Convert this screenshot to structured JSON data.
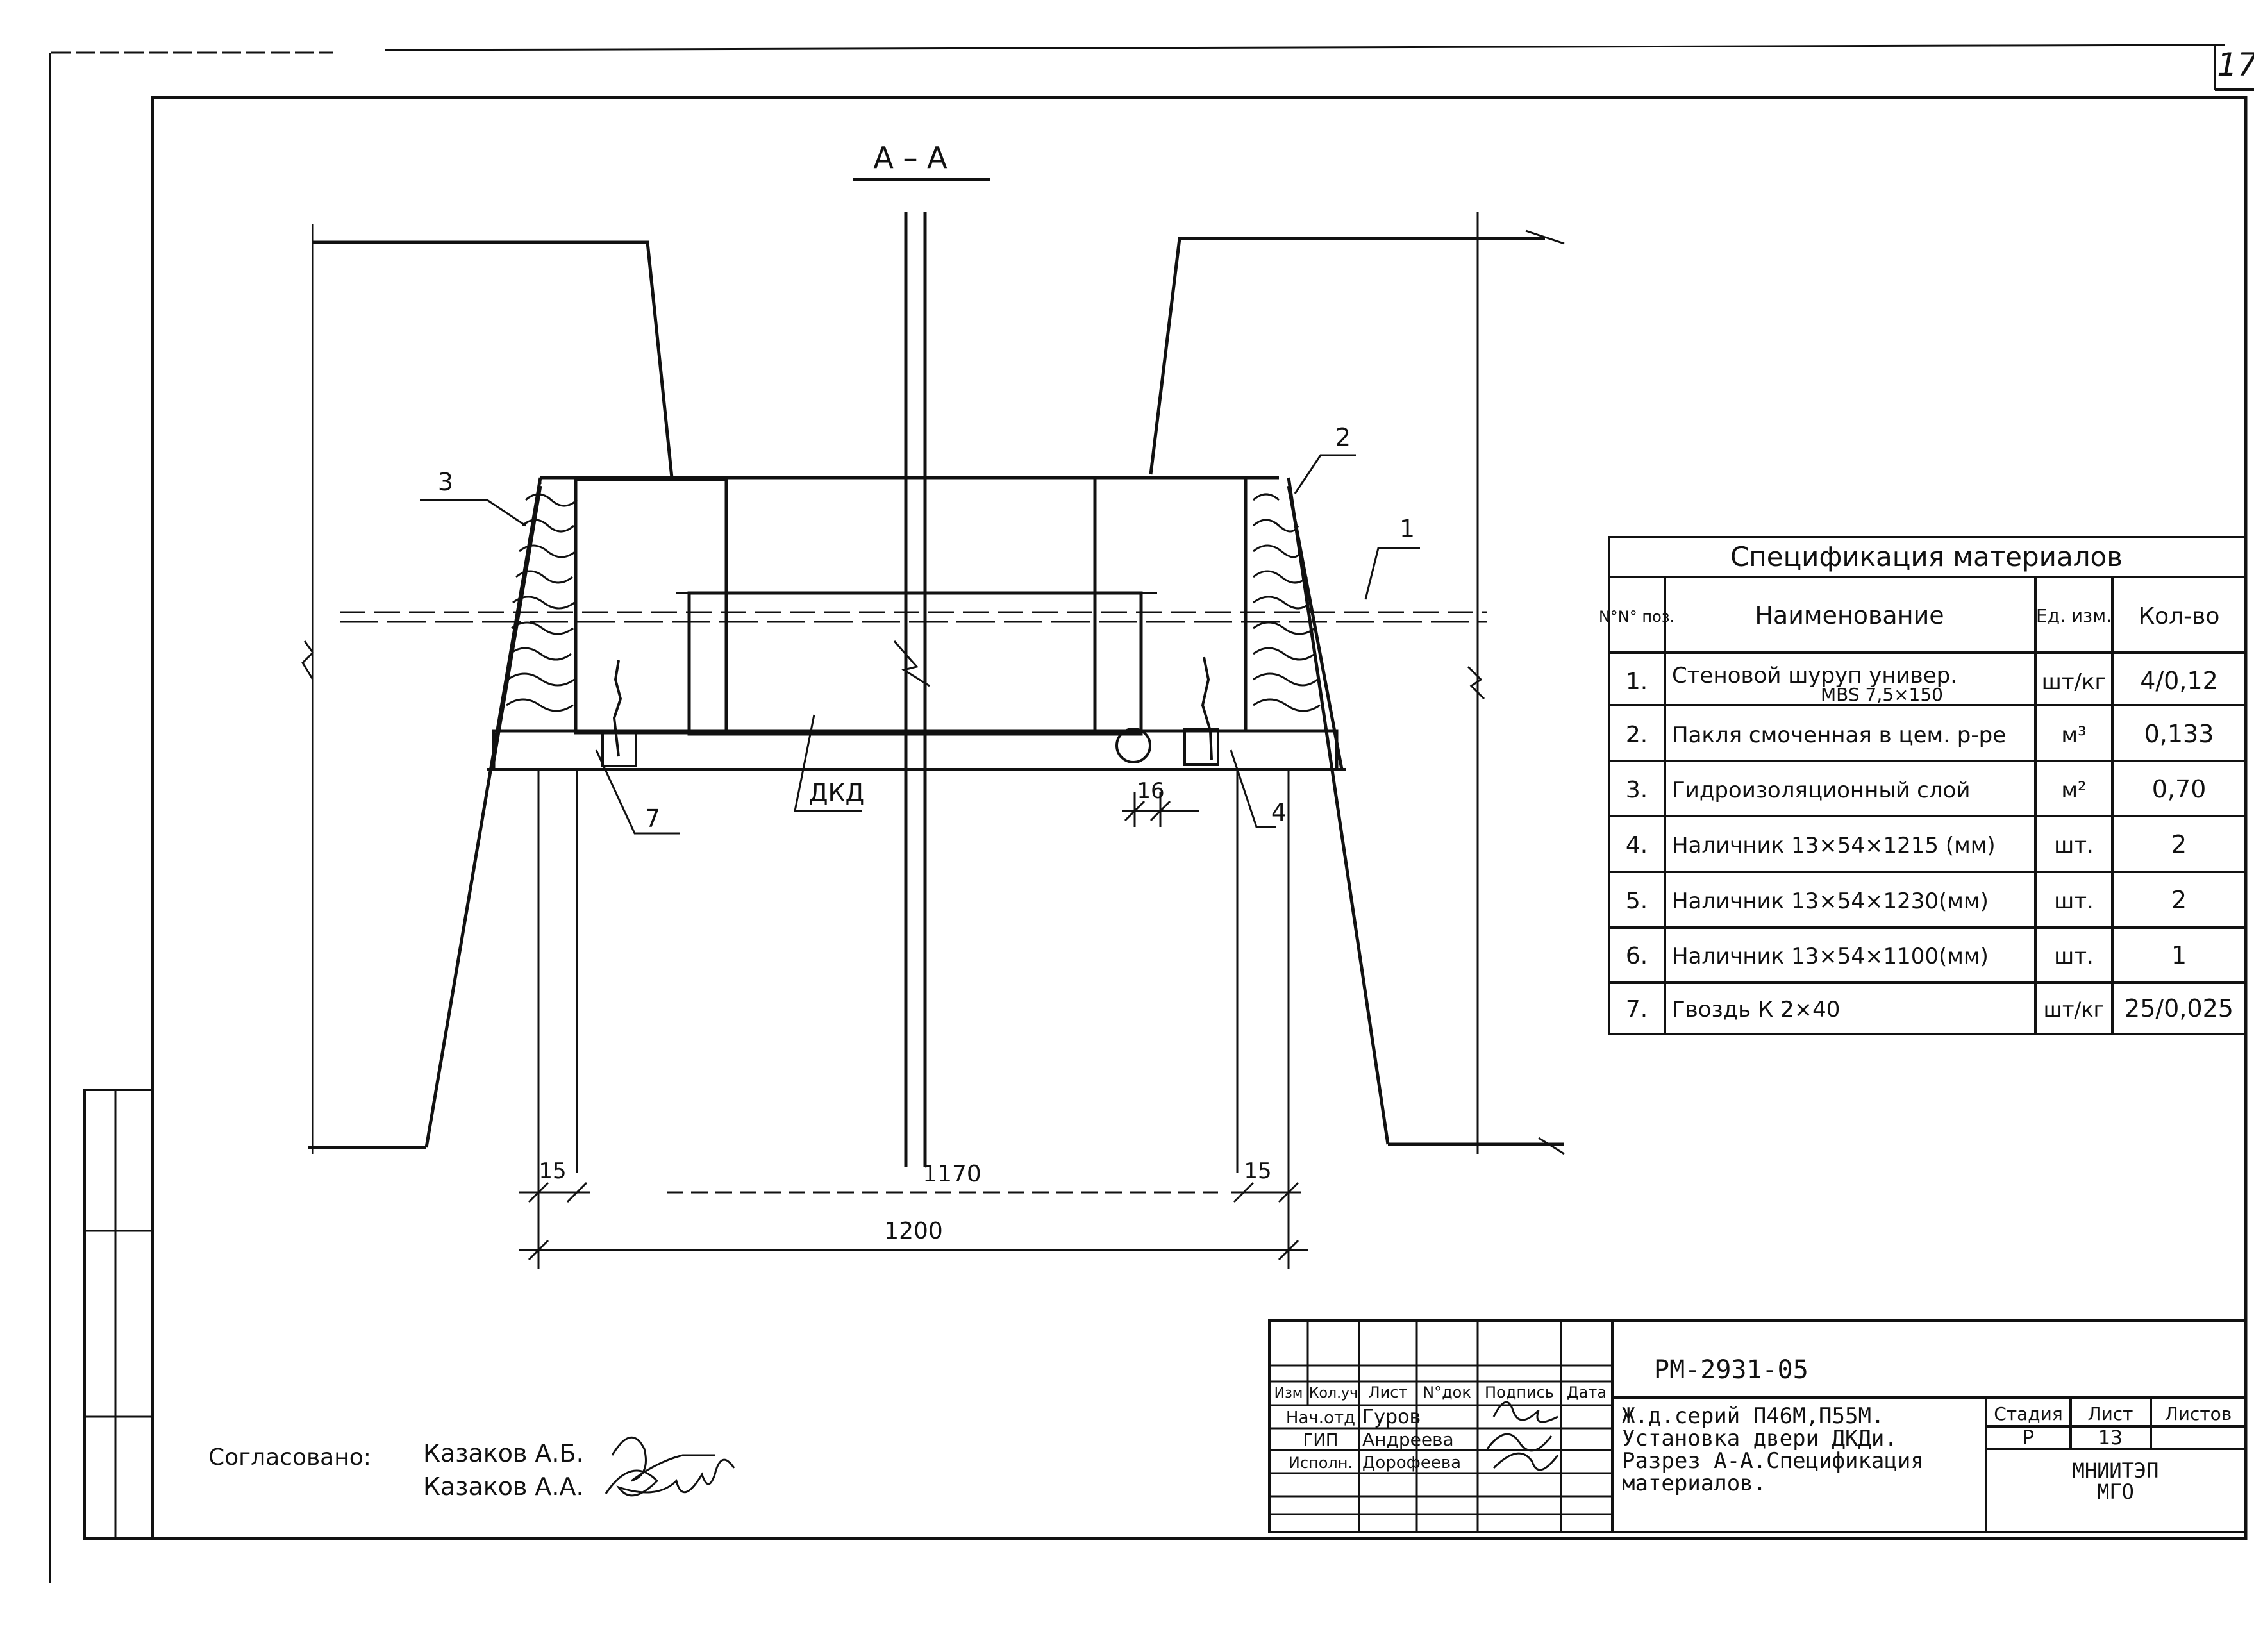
{
  "sheet": {
    "page_number": "17",
    "section_title": "А – А"
  },
  "drawing": {
    "callouts": [
      "1",
      "2",
      "3",
      "4",
      "7"
    ],
    "door_label": "ДКД",
    "dims": {
      "d16": "16",
      "d15_left": "15",
      "d15_right": "15",
      "d1170": "1170",
      "d1200": "1200"
    }
  },
  "spec": {
    "title": "Спецификация материалов",
    "headers": {
      "num": "N°N° поз.",
      "name": "Наименование",
      "unit": "Ед. изм.",
      "qty": "Кол-во"
    },
    "rows": [
      {
        "num": "1.",
        "name": "Стеновой шуруп универ.",
        "name2": "MBS 7,5×150",
        "unit": "шт/кг",
        "qty": "4/0,12"
      },
      {
        "num": "2.",
        "name": "Пакля смоченная в цем. р-ре",
        "unit": "м³",
        "qty": "0,133"
      },
      {
        "num": "3.",
        "name": "Гидроизоляционный слой",
        "unit": "м²",
        "qty": "0,70"
      },
      {
        "num": "4.",
        "name": "Наличник 13×54×1215 (мм)",
        "unit": "шт.",
        "qty": "2"
      },
      {
        "num": "5.",
        "name": "Наличник 13×54×1230(мм)",
        "unit": "шт.",
        "qty": "2"
      },
      {
        "num": "6.",
        "name": "Наличник 13×54×1100(мм)",
        "unit": "шт.",
        "qty": "1"
      },
      {
        "num": "7.",
        "name": "Гвоздь К 2×40",
        "unit": "шт/кг",
        "qty": "25/0,025"
      }
    ]
  },
  "approval": {
    "label": "Согласовано:",
    "names": [
      "Казаков А.Б.",
      "Казаков А.А."
    ]
  },
  "title_block": {
    "doc_code": "РМ-2931-05",
    "cols": [
      "Изм",
      "Кол.уч",
      "Лист",
      "N°док",
      "Подпись",
      "Дата"
    ],
    "roles": [
      {
        "role": "Нач.отд",
        "name": "Гуров"
      },
      {
        "role": "ГИП",
        "name": "Андреева"
      },
      {
        "role": "Исполн.",
        "name": "Дорофеева"
      }
    ],
    "description": [
      "Ж.д.серий П46М,П55М.",
      "Установка двери ДКДи.",
      "Разрез А-А.Спецификация",
      "материалов."
    ],
    "stage_label": "Стадия",
    "sheet_label": "Лист",
    "sheets_label": "Листов",
    "stage": "Р",
    "sheet": "13",
    "org": [
      "МНИИТЭП",
      "МГО"
    ]
  }
}
